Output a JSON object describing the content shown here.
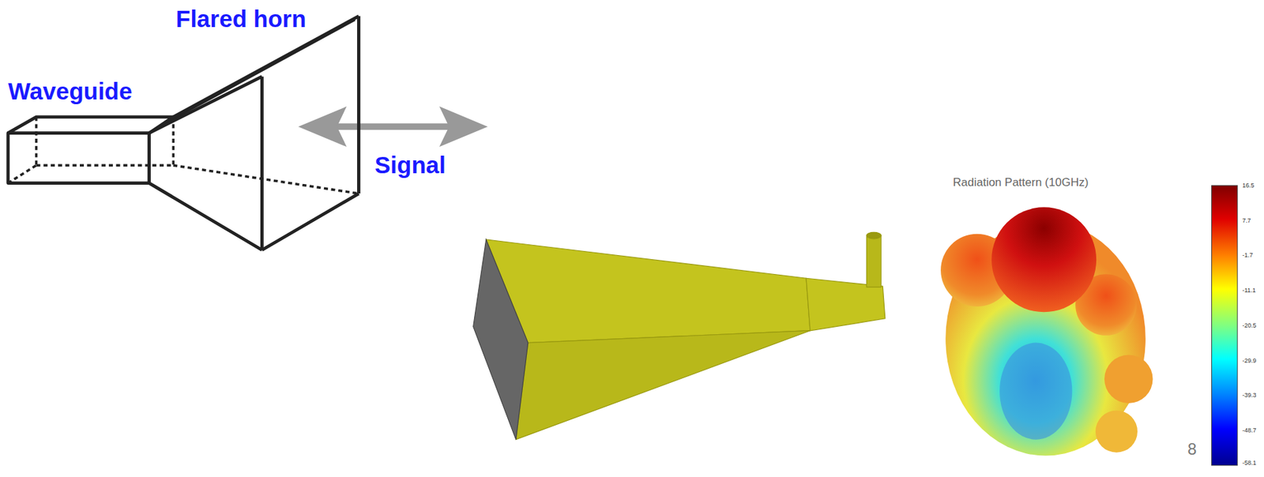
{
  "diagram": {
    "labels": [
      "Flared horn",
      "Waveguide",
      "Signal",
      "Radiation Pattern (10GHz)",
      "16.5",
      "7.7",
      "-1.7",
      "-11.1",
      "-20.5",
      "-29.9",
      "-39.3",
      "-48.7",
      "-58.1",
      "8"
    ]
  }
}
